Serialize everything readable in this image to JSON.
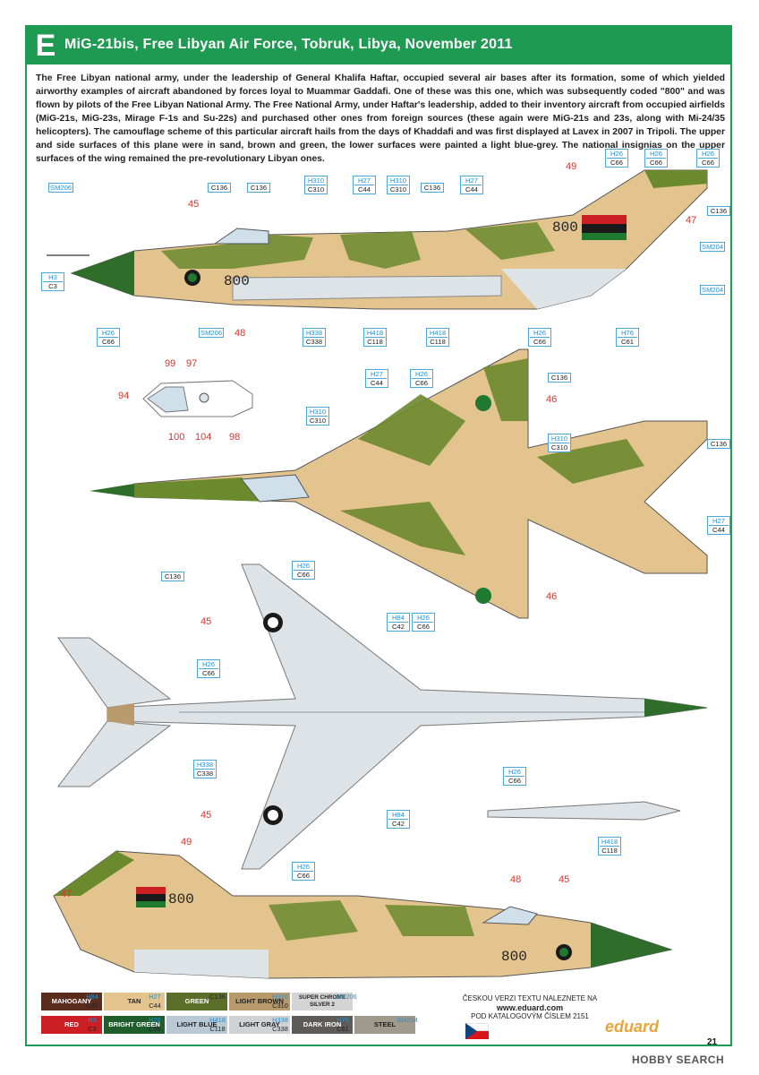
{
  "header": {
    "letter": "E",
    "title": "MiG-21bis, Free Libyan Air Force, Tobruk, Libya, November 2011"
  },
  "description": "The Free Libyan national army, under the leadership of General Khalifa Haftar, occupied several air bases after its formation, some of which yielded airworthy examples of aircraft abandoned by forces loyal to Muammar Gaddafi. One of these was this one, which was subsequently coded \"800\" and was flown by pilots of the Free Libyan National Army. The Free National Army, under Haftar's leadership, added to their inventory aircraft from occupied airfields (MiG-21s, MiG-23s, Mirage F-1s and Su-22s) and purchased other ones from foreign sources (these again were MiG-21s and 23s, along with Mi-24/35 helicopters). The camouflage scheme of this particular aircraft hails from the days of Khaddafi and was first displayed at Lavex in 2007 in Tripoli. The upper and side surfaces of this plane were in sand, brown and green, the lower surfaces were painted a light blue-grey. The national insignias on the upper surfaces of the wing remained the pre-revolutionary Libyan ones.",
  "aircraft_code": "800",
  "colors": {
    "green": "#1f9a52",
    "tan": "#e3c48e",
    "olive": "#6b8a2e",
    "brown": "#b89a6c",
    "grey": "#dde3e6",
    "nose": "#2e6e2a",
    "red_num": "#d9332a"
  },
  "callouts": {
    "h26c66": {
      "h": "H26",
      "c": "C66"
    },
    "c136": {
      "h": "",
      "c": "C136"
    },
    "h310c310": {
      "h": "H310",
      "c": "C310"
    },
    "h27c44": {
      "h": "H27",
      "c": "C44"
    },
    "h3c3": {
      "h": "H3",
      "c": "C3"
    },
    "h338c338": {
      "h": "H338",
      "c": "C338"
    },
    "h418c118": {
      "h": "H418",
      "c": "C118"
    },
    "h76c61": {
      "h": "H76",
      "c": "C61"
    },
    "h84c42": {
      "h": "H84",
      "c": "C42"
    },
    "sm206": "SM206",
    "sm204": "SM204"
  },
  "decal_numbers": [
    "45",
    "47",
    "48",
    "49",
    "46",
    "94",
    "97",
    "98",
    "99",
    "100",
    "104"
  ],
  "legend": [
    {
      "name": "MAHOGANY",
      "h": "H84",
      "c": "C42",
      "color": "#5a2c1e",
      "text": "#fff"
    },
    {
      "name": "TAN",
      "h": "H27",
      "c": "C44",
      "color": "#e3c48e",
      "text": "#222"
    },
    {
      "name": "GREEN",
      "h": "",
      "c": "C136",
      "color": "#5c6e2a",
      "text": "#fff"
    },
    {
      "name": "LIGHT BROWN",
      "h": "H310",
      "c": "C310",
      "color": "#b89a6c",
      "text": "#222"
    },
    {
      "name": "SUPER CHROME SILVER 2",
      "h": "SM206",
      "c": "",
      "color": "#d4d4d4",
      "text": "#222"
    },
    {
      "name": "RED",
      "h": "H3",
      "c": "C3",
      "color": "#cc1f24",
      "text": "#fff"
    },
    {
      "name": "BRIGHT GREEN",
      "h": "H26",
      "c": "C66",
      "color": "#1f5e2c",
      "text": "#fff"
    },
    {
      "name": "LIGHT BLUE",
      "h": "H418",
      "c": "C118",
      "color": "#b9cad6",
      "text": "#222"
    },
    {
      "name": "LIGHT GRAY",
      "h": "H338",
      "c": "C338",
      "color": "#cfd3d6",
      "text": "#222"
    },
    {
      "name": "DARK IRON",
      "h": "H76",
      "c": "C61",
      "color": "#5c5b57",
      "text": "#fff"
    },
    {
      "name": "STEEL",
      "h": "SM204",
      "c": "",
      "color": "#a09a8c",
      "text": "#222"
    }
  ],
  "notice": {
    "line1": "ČESKOU VERZI TEXTU NALEZNETE NA",
    "url": "www.eduard.com",
    "line2": "POD KATALOGOVÝM ČÍSLEM 2151"
  },
  "brand": "eduard",
  "page": "21",
  "watermark": "HOBBY SEARCH"
}
